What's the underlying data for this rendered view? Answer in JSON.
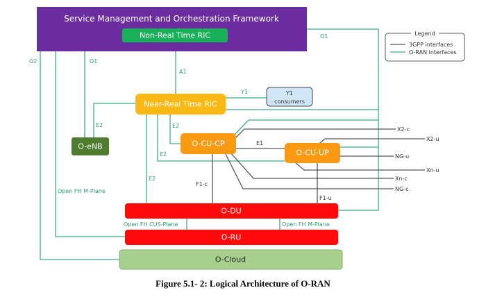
{
  "colors": {
    "smo": "#6a2c9e",
    "nonrt_ric": "#19b05a",
    "near_rt_ric": "#f9b814",
    "o_cu": "#f99a12",
    "o_enb": "#4f7c2f",
    "o_du_ru": "#ff0a0a",
    "o_cloud": "#a8d08d",
    "y1_consumers": "#cfe6f8",
    "oran_line": "#3aaa8a",
    "gpp_line": "#555555"
  },
  "nodes": {
    "smo": "Service Management and Orchestration Framework",
    "nonrt_ric": "Non-Real Time RIC",
    "near_rt_ric": "Near-Real Time RIC",
    "y1_consumers_line1": "Y1",
    "y1_consumers_line2": "consumers",
    "o_enb": "O-eNB",
    "o_cu_cp": "O-CU-CP",
    "o_cu_up": "O-CU-UP",
    "o_du": "O-DU",
    "o_ru": "O-RU",
    "o_cloud": "O-Cloud"
  },
  "interfaces": {
    "o1_right": "O1",
    "o1_left": "O1",
    "o2": "O2",
    "a1": "A1",
    "y1": "Y1",
    "e2_enb": "E2",
    "e2_cucp": "E2",
    "e2_cuup": "E2",
    "e2_du": "E2",
    "e1": "E1",
    "f1c": "F1-c",
    "f1u": "F1-u",
    "open_fh_m_left": "Open FH M-Plane",
    "open_fh_cus": "Open FH CUS-Plane",
    "open_fh_m_right": "Open FH M-Plane",
    "x2c": "X2-c",
    "x2u": "X2-u",
    "ngu": "NG-u",
    "xnu": "Xn-u",
    "xnc": "Xn-c",
    "ngc": "NG-c"
  },
  "legend": {
    "title": "Legend",
    "items": [
      {
        "label": "3GPP interfaces"
      },
      {
        "label": "O-RAN interfaces"
      }
    ]
  },
  "caption": "Figure 5.1- 2: Logical Architecture of O-RAN"
}
